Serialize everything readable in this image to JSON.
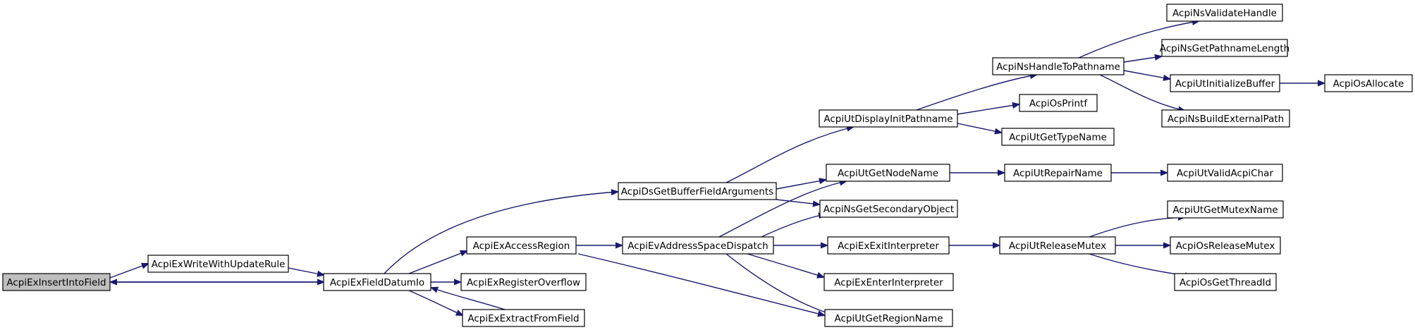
{
  "colors": {
    "edge": "#191970",
    "node_border": "#000000",
    "root_fill": "#bfbfbf",
    "node_fill": "#ffffff"
  },
  "nodes": {
    "insert": {
      "label": "AcpiExInsertIntoField",
      "root": true
    },
    "writerule": {
      "label": "AcpiExWriteWithUpdateRule"
    },
    "fielddatum": {
      "label": "AcpiExFieldDatumIo"
    },
    "accessregion": {
      "label": "AcpiExAccessRegion"
    },
    "regoverflow": {
      "label": "AcpiExRegisterOverflow"
    },
    "extract": {
      "label": "AcpiExExtractFromField"
    },
    "bufargs": {
      "label": "AcpiDsGetBufferFieldArguments"
    },
    "evdispatch": {
      "label": "AcpiEvAddressSpaceDispatch"
    },
    "dispinit": {
      "label": "AcpiUtDisplayInitPathname"
    },
    "getnodename": {
      "label": "AcpiUtGetNodeName"
    },
    "secondary": {
      "label": "AcpiNsGetSecondaryObject"
    },
    "exitinterp": {
      "label": "AcpiExExitInterpreter"
    },
    "enterinterp": {
      "label": "AcpiExEnterInterpreter"
    },
    "regionname": {
      "label": "AcpiUtGetRegionName"
    },
    "handletopath": {
      "label": "AcpiNsHandleToPathname"
    },
    "osprintf": {
      "label": "AcpiOsPrintf"
    },
    "typename": {
      "label": "AcpiUtGetTypeName"
    },
    "repairname": {
      "label": "AcpiUtRepairName"
    },
    "releasemutex": {
      "label": "AcpiUtReleaseMutex"
    },
    "validatehandle": {
      "label": "AcpiNsValidateHandle"
    },
    "pathlength": {
      "label": "AcpiNsGetPathnameLength"
    },
    "initbuffer": {
      "label": "AcpiUtInitializeBuffer"
    },
    "buildpath": {
      "label": "AcpiNsBuildExternalPath"
    },
    "validchar": {
      "label": "AcpiUtValidAcpiChar"
    },
    "mutexname": {
      "label": "AcpiUtGetMutexName"
    },
    "osrelease": {
      "label": "AcpiOsReleaseMutex"
    },
    "threadid": {
      "label": "AcpiOsGetThreadId"
    },
    "osallocate": {
      "label": "AcpiOsAllocate"
    }
  },
  "edges": [
    {
      "from": "insert",
      "to": "writerule"
    },
    {
      "from": "insert",
      "to": "fielddatum"
    },
    {
      "from": "writerule",
      "to": "fielddatum"
    },
    {
      "from": "fielddatum",
      "to": "insert"
    },
    {
      "from": "fielddatum",
      "to": "accessregion"
    },
    {
      "from": "fielddatum",
      "to": "regoverflow"
    },
    {
      "from": "fielddatum",
      "to": "extract"
    },
    {
      "from": "fielddatum",
      "to": "bufargs"
    },
    {
      "from": "extract",
      "to": "fielddatum"
    },
    {
      "from": "accessregion",
      "to": "evdispatch"
    },
    {
      "from": "accessregion",
      "to": "regionname"
    },
    {
      "from": "bufargs",
      "to": "dispinit"
    },
    {
      "from": "bufargs",
      "to": "getnodename"
    },
    {
      "from": "bufargs",
      "to": "secondary"
    },
    {
      "from": "evdispatch",
      "to": "getnodename"
    },
    {
      "from": "evdispatch",
      "to": "secondary"
    },
    {
      "from": "evdispatch",
      "to": "exitinterp"
    },
    {
      "from": "evdispatch",
      "to": "enterinterp"
    },
    {
      "from": "evdispatch",
      "to": "regionname"
    },
    {
      "from": "dispinit",
      "to": "handletopath"
    },
    {
      "from": "dispinit",
      "to": "osprintf"
    },
    {
      "from": "dispinit",
      "to": "typename"
    },
    {
      "from": "getnodename",
      "to": "repairname"
    },
    {
      "from": "exitinterp",
      "to": "releasemutex"
    },
    {
      "from": "handletopath",
      "to": "validatehandle"
    },
    {
      "from": "handletopath",
      "to": "pathlength"
    },
    {
      "from": "handletopath",
      "to": "initbuffer"
    },
    {
      "from": "handletopath",
      "to": "buildpath"
    },
    {
      "from": "initbuffer",
      "to": "osallocate"
    },
    {
      "from": "repairname",
      "to": "validchar"
    },
    {
      "from": "releasemutex",
      "to": "mutexname"
    },
    {
      "from": "releasemutex",
      "to": "osrelease"
    },
    {
      "from": "releasemutex",
      "to": "threadid"
    }
  ]
}
